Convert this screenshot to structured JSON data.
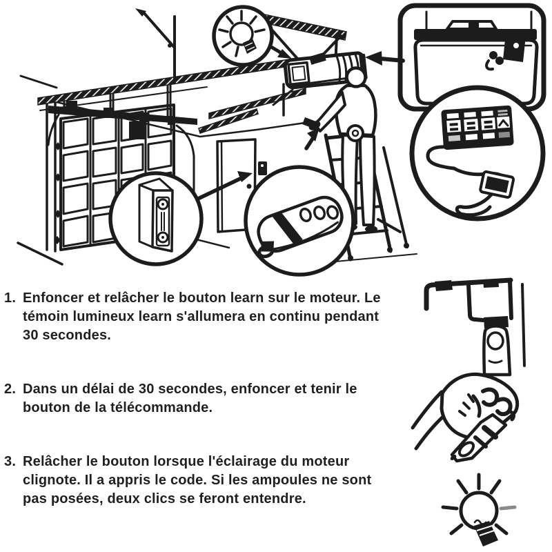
{
  "page": {
    "background": "#ffffff",
    "ink": "#1c1c1c",
    "muted_gray": "#8c8c8c"
  },
  "instructions": {
    "steps": [
      {
        "number": "1.",
        "text": "Enfoncer et relâcher le bouton learn sur le moteur. Le témoin lumineux learn s'allumera en continu pendant 30 secondes."
      },
      {
        "number": "2.",
        "text": "Dans un délai de 30 secondes, enfoncer et tenir le bouton de la télécommande."
      },
      {
        "number": "3.",
        "text": "Relâcher le bouton lorsque l'éclairage du moteur clignote. Il a appris le code. Si les ampoules ne sont pas posées, deux clics se feront entendre."
      }
    ]
  },
  "icons": {
    "light_bulb_magnifier": "light-bulb-in-circle",
    "opener_motor": "garage-opener-motor-unit",
    "motor_inset": "opener-motor-back-view",
    "learn_panel_magnifier": "learn-button-panel",
    "wall_console_magnifier": "wall-control-console",
    "remote_magnifier": "three-button-remote",
    "worker": "worker-on-stepladder",
    "press_learn_button": "finger-pressing-learn-button",
    "hand_with_remote": "hand-pressing-remote-button",
    "flashing_bulb": "flashing-light-bulb"
  }
}
